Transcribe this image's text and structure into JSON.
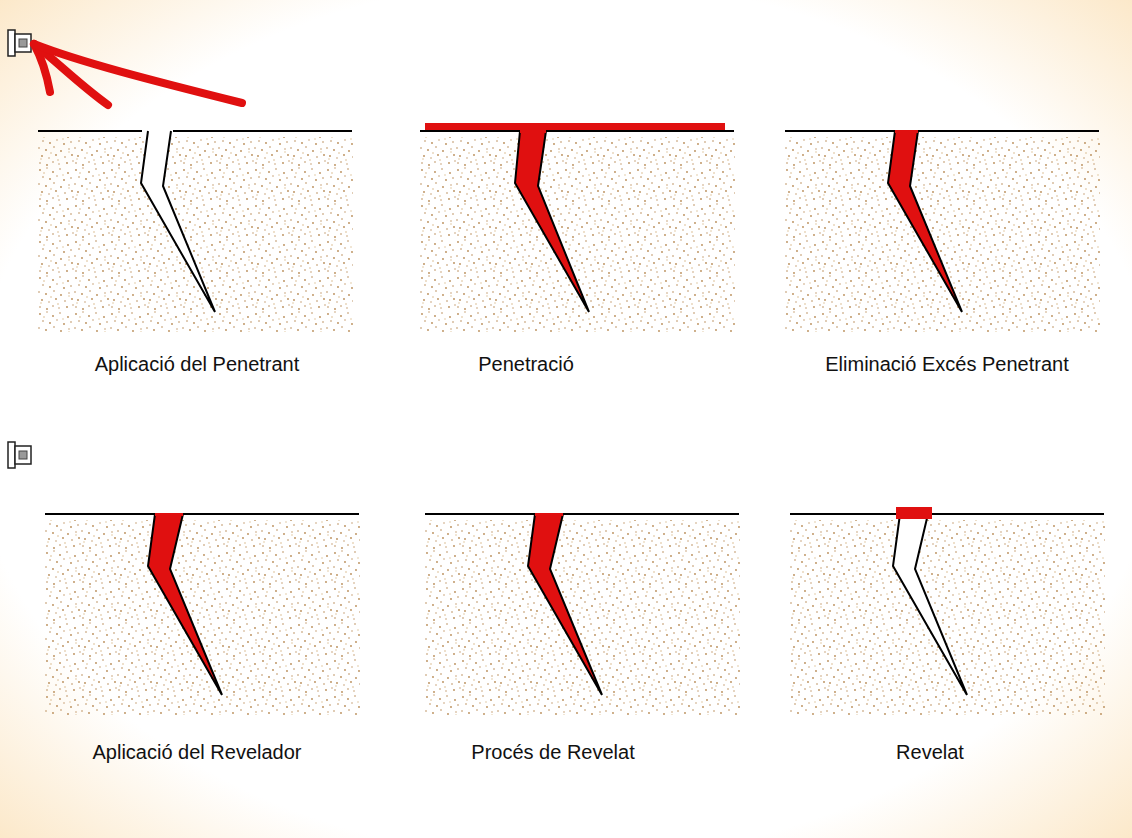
{
  "diagram": {
    "labels": [
      "Aplicació del Penetrant",
      "Penetració",
      "Eliminació Excés Penetrant",
      "Aplicació del Revelador",
      "Procés de Revelat",
      "Revelat"
    ]
  }
}
